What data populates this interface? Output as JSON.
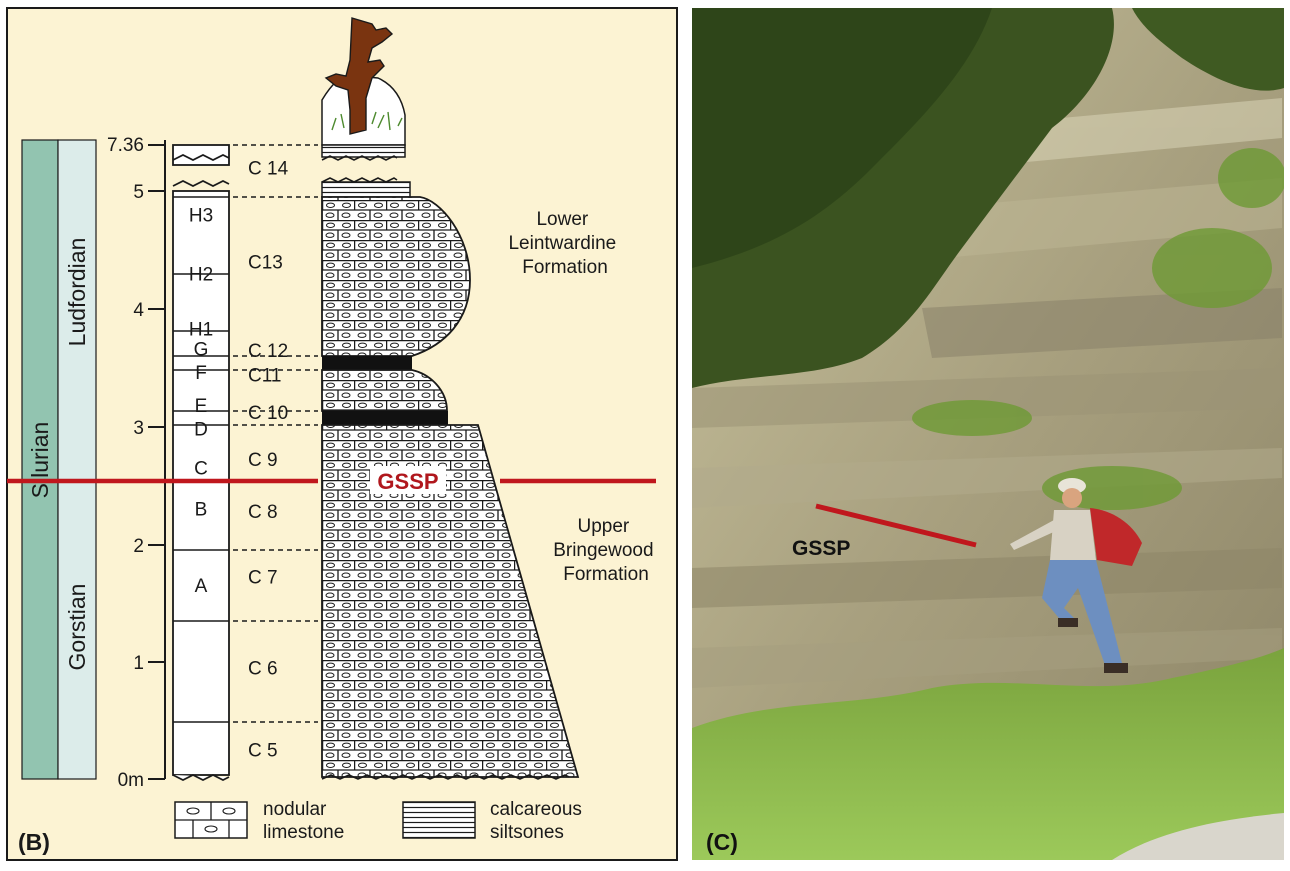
{
  "panel_b": {
    "label": "(B)",
    "system": "Silurian",
    "stages": [
      {
        "name": "Ludfordian",
        "from_m": 2.56,
        "to_m": 7.36
      },
      {
        "name": "Gorstian",
        "from_m": 0,
        "to_m": 2.56
      }
    ],
    "scale_ticks": [
      "0m",
      "1",
      "2",
      "3",
      "4",
      "5",
      "7.36"
    ],
    "units": [
      {
        "label": "A",
        "center_m": 1.65
      },
      {
        "label": "B",
        "center_m": 2.3
      },
      {
        "label": "C",
        "center_m": 2.65
      },
      {
        "label": "D",
        "center_m": 2.98
      },
      {
        "label": "E",
        "center_m": 3.18
      },
      {
        "label": "F",
        "center_m": 3.46
      },
      {
        "label": "G",
        "center_m": 3.66
      },
      {
        "label": "H1",
        "center_m": 3.83
      },
      {
        "label": "H2",
        "center_m": 4.3
      },
      {
        "label": "H3",
        "center_m": 4.8
      }
    ],
    "beds": [
      {
        "label": "C 5",
        "center_m": 0.25
      },
      {
        "label": "C 6",
        "center_m": 0.95
      },
      {
        "label": "C 7",
        "center_m": 1.72
      },
      {
        "label": "C 8",
        "center_m": 2.28
      },
      {
        "label": "C 9",
        "center_m": 2.72
      },
      {
        "label": "C 10",
        "center_m": 3.12
      },
      {
        "label": "C11",
        "center_m": 3.44
      },
      {
        "label": "C 12",
        "center_m": 3.65
      },
      {
        "label": "C13",
        "center_m": 4.4
      },
      {
        "label": "C 14",
        "center_m": 5.2
      }
    ],
    "formations": [
      {
        "lines": [
          "Lower",
          "Leintwardine",
          "Formation"
        ]
      },
      {
        "lines": [
          "Upper",
          "Bringewood",
          "Formation"
        ]
      }
    ],
    "gssp_label": "GSSP",
    "gssp_level_m": 2.56,
    "legend": [
      {
        "lines": [
          "nodular",
          "limestone"
        ]
      },
      {
        "lines": [
          "calcareous",
          "siltsones"
        ]
      }
    ],
    "colors": {
      "panel_bg": "#fcf3d3",
      "system_bar": "#92c4b0",
      "stage_bar": "#dcecea",
      "gssp_line": "#c0171d",
      "gssp_text": "#b0171d"
    }
  },
  "panel_c": {
    "label": "(C)",
    "gssp_label": "GSSP",
    "colors": {
      "foliage": "#3b5320",
      "rock": "#a49d7c",
      "grass": "#86b64a",
      "marker": "#c0171d"
    }
  }
}
